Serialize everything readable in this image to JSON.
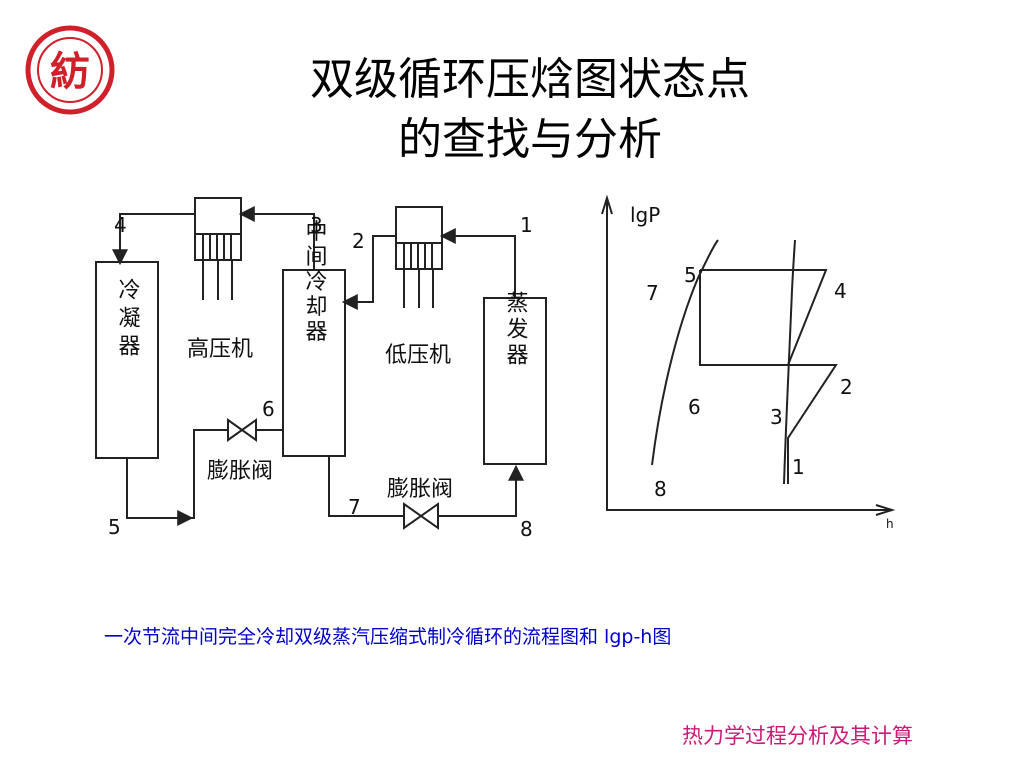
{
  "title": {
    "line1": "双级循环压焓图状态点",
    "line2": "的查找与分析"
  },
  "logo": {
    "glyph": "紡",
    "ring_text": "",
    "color": "#d0202a"
  },
  "flow": {
    "condenser": "冷凝器",
    "hp_compressor": "高压机",
    "intercooler": "中间冷却器",
    "lp_compressor": "低压机",
    "evaporator": "蒸发器",
    "expansion_valve_1": "膨胀阀",
    "expansion_valve_2": "膨胀阀",
    "points": {
      "p1": "1",
      "p2": "2",
      "p3": "3",
      "p4": "4",
      "p5": "5",
      "p6": "6",
      "p7": "7",
      "p8": "8"
    }
  },
  "lgph": {
    "ylabel": "lgP",
    "xlabel": "h",
    "points": {
      "p1": "1",
      "p2": "2",
      "p3": "3",
      "p4": "4",
      "p5": "5",
      "p6": "6",
      "p7": "7",
      "p8": "8"
    }
  },
  "caption": "一次节流中间完全冷却双级蒸汽压缩式制冷循环的流程图和 lgp-h图",
  "footer": "热力学过程分析及其计算",
  "colors": {
    "caption": "#0000cc",
    "footer": "#cc1a7a",
    "line": "#222222"
  }
}
